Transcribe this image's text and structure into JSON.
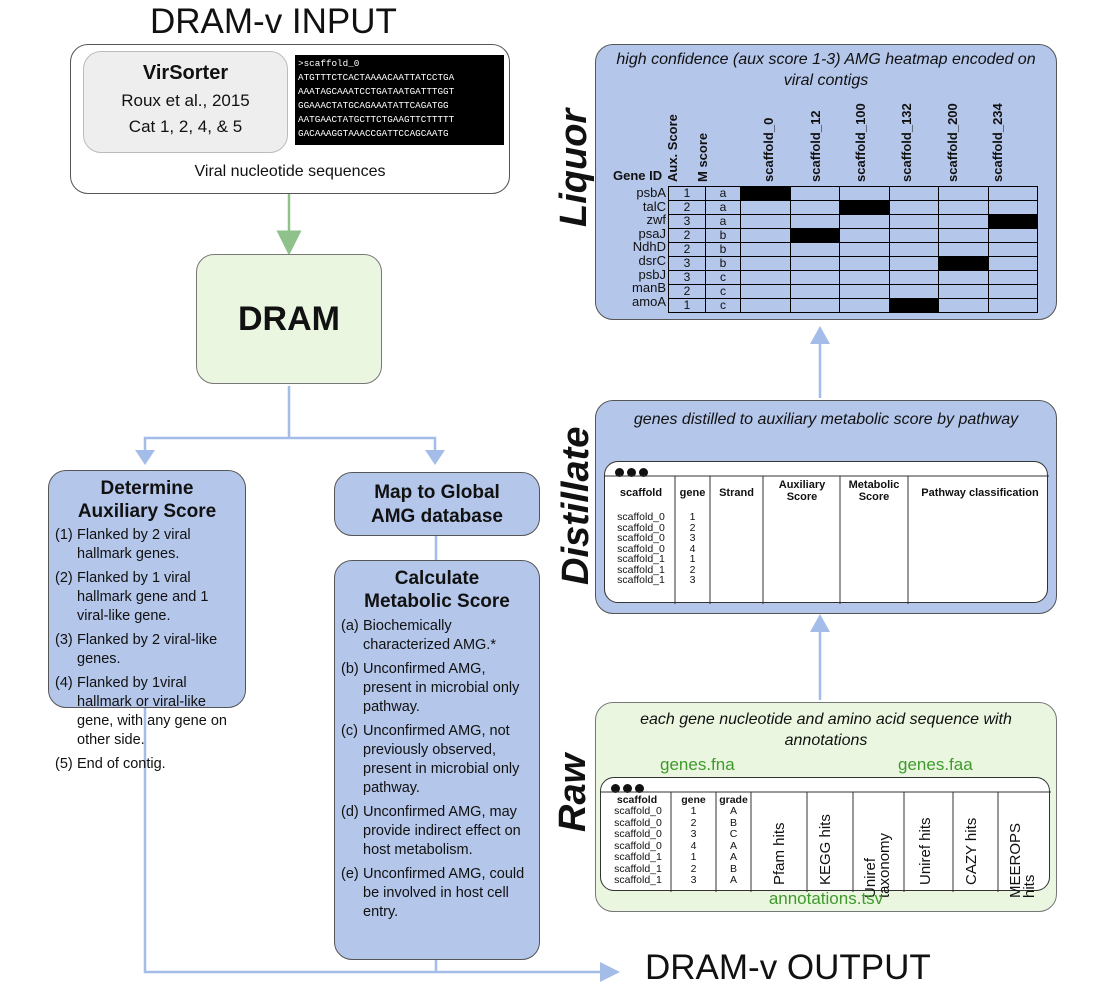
{
  "colors": {
    "blue_fill": "#b4c6ea",
    "green_fill": "#eaf6e0",
    "arrow_green": "#8fc18a",
    "arrow_blue": "#a4bde8",
    "text_green": "#3f9a2c"
  },
  "input_title": "DRAM-v INPUT",
  "output_title": "DRAM-v OUTPUT",
  "virsorter": {
    "title": "VirSorter",
    "ref": "Roux et al., 2015",
    "cats": "Cat 1, 2, 4, & 5"
  },
  "sequence_lines": [
    ">scaffold_0",
    "ATGTTTCTCACTAAAACAATTATCCTGA",
    "AAATAGCAAATCCTGATAATGATTTGGT",
    "GGAAACTATGCAGAAATATTCAGATGG",
    "AATGAACTATGCTTCTGAAGTTCTTTTT",
    "GACAAAGGTAAACCGATTCCAGCAATG"
  ],
  "input_caption": "Viral nucleotide sequences",
  "dram": "DRAM",
  "aux_score": {
    "title_line1": "Determine",
    "title_line2": "Auxiliary Score",
    "items": [
      {
        "marker": "(1)",
        "text": "Flanked by 2 viral hallmark genes."
      },
      {
        "marker": "(2)",
        "text": "Flanked by 1 viral hallmark gene and 1 viral-like gene."
      },
      {
        "marker": "(3)",
        "text": "Flanked by 2 viral-like genes."
      },
      {
        "marker": "(4)",
        "text": "Flanked by 1viral hallmark or viral-like gene, with any gene on other side."
      },
      {
        "marker": "(5)",
        "text": "End of contig."
      }
    ]
  },
  "map_box": {
    "line1": "Map to Global",
    "line2": "AMG database"
  },
  "metabolic": {
    "title_line1": "Calculate",
    "title_line2": "Metabolic Score",
    "items": [
      {
        "marker": "(a)",
        "text": "Biochemically characterized AMG.*"
      },
      {
        "marker": "(b)",
        "text": "Unconfirmed AMG, present in microbial only pathway."
      },
      {
        "marker": "(c)",
        "text": "Unconfirmed AMG, not previously observed, present in microbial only pathway."
      },
      {
        "marker": "(d)",
        "text": "Unconfirmed AMG, may provide indirect effect on host metabolism."
      },
      {
        "marker": "(e)",
        "text": "Unconfirmed AMG, could be involved in host cell entry."
      }
    ]
  },
  "stages": {
    "liquor": "Liquor",
    "distillate": "Distillate",
    "raw": "Raw"
  },
  "liquor": {
    "title": "high confidence (aux score 1-3) AMG heatmap encoded on viral contigs",
    "gene_id_header": "Gene ID",
    "column_headers": [
      "Aux. Score",
      "M score",
      "scaffold_0",
      "scaffold_12",
      "scaffold_100",
      "scaffold_132",
      "scaffold_200",
      "scaffold_234"
    ],
    "rows": [
      {
        "gene": "psbA",
        "aux": "1",
        "m": "a",
        "on": 0
      },
      {
        "gene": "talC",
        "aux": "2",
        "m": "a",
        "on": 2
      },
      {
        "gene": "zwf",
        "aux": "3",
        "m": "a",
        "on": 5
      },
      {
        "gene": "psaJ",
        "aux": "2",
        "m": "b",
        "on": 1
      },
      {
        "gene": "NdhD",
        "aux": "2",
        "m": "b",
        "on": -1
      },
      {
        "gene": "dsrC",
        "aux": "3",
        "m": "b",
        "on": 4
      },
      {
        "gene": "psbJ",
        "aux": "3",
        "m": "c",
        "on": -1
      },
      {
        "gene": "manB",
        "aux": "2",
        "m": "c",
        "on": -1
      },
      {
        "gene": "amoA",
        "aux": "1",
        "m": "c",
        "on": 3
      }
    ]
  },
  "distillate": {
    "title": "genes distilled to auxiliary metabolic score by pathway",
    "headers": [
      "scaffold",
      "gene",
      "Strand",
      "Auxiliary Score",
      "Metabolic Score",
      "Pathway classification"
    ],
    "scaffolds": [
      "scaffold_0",
      "scaffold_0",
      "scaffold_0",
      "scaffold_0",
      "scaffold_1",
      "scaffold_1",
      "scaffold_1"
    ],
    "genes": [
      "1",
      "2",
      "3",
      "4",
      "1",
      "2",
      "3"
    ]
  },
  "raw": {
    "title": "each gene nucleotide and amino acid sequence with annotations",
    "fna": "genes.fna",
    "faa": "genes.faa",
    "tsv": "annotations.tsv",
    "headers": [
      "scaffold",
      "gene",
      "grade"
    ],
    "rot_headers": [
      "Pfam hits",
      "KEGG hits",
      "Uniref taxonomy",
      "Uniref hits",
      "CAZY hits",
      "MEEROPS hits"
    ],
    "scaffolds": [
      "scaffold_0",
      "scaffold_0",
      "scaffold_0",
      "scaffold_0",
      "scaffold_1",
      "scaffold_1",
      "scaffold_1"
    ],
    "genes": [
      "1",
      "2",
      "3",
      "4",
      "1",
      "2",
      "3"
    ],
    "grades": [
      "A",
      "B",
      "C",
      "A",
      "A",
      "B",
      "A"
    ]
  }
}
